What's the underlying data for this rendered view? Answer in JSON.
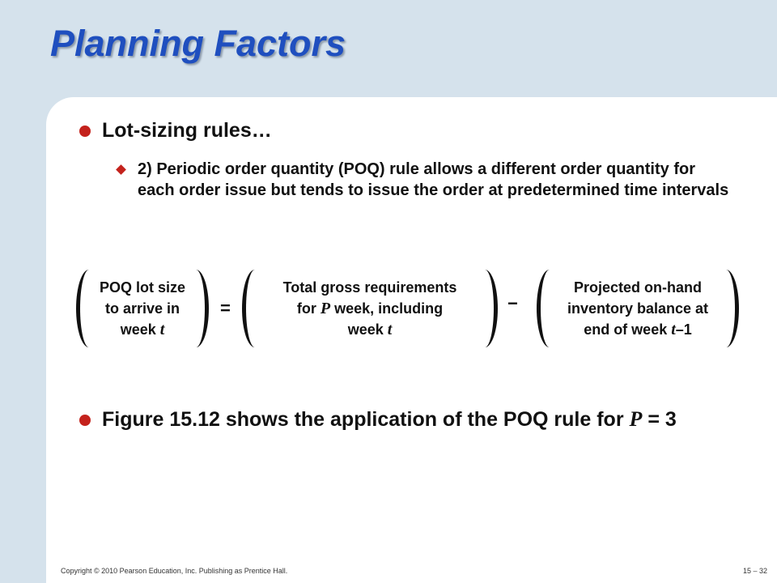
{
  "slide": {
    "title": "Planning Factors",
    "bullets": [
      {
        "text": "Lot-sizing rules…",
        "subitems": [
          "2) Periodic order quantity (POQ) rule allows a different order quantity for each order issue but tends to issue the order at predetermined time intervals"
        ]
      },
      {
        "text_before": "Figure 15.12 shows the application of the POQ rule for ",
        "var": "P",
        "text_after": " = 3"
      }
    ],
    "formula": {
      "lhs": {
        "line1": "POQ lot size",
        "line2": "to arrive in",
        "line3_text": "week ",
        "line3_var": "t"
      },
      "equals": "=",
      "term1": {
        "line1": "Total gross requirements",
        "line2_pre": "for ",
        "line2_var": "P",
        "line2_post": " week, including",
        "line3_text": "week ",
        "line3_var": "t"
      },
      "minus": "−",
      "term2": {
        "line1": "Projected on-hand",
        "line2": "inventory balance at",
        "line3_text": "end of week ",
        "line3_var": "t",
        "line3_post": "–1"
      }
    }
  },
  "footer": {
    "copyright": "Copyright © 2010 Pearson Education, Inc. Publishing as Prentice Hall.",
    "page": "15 – 32"
  }
}
